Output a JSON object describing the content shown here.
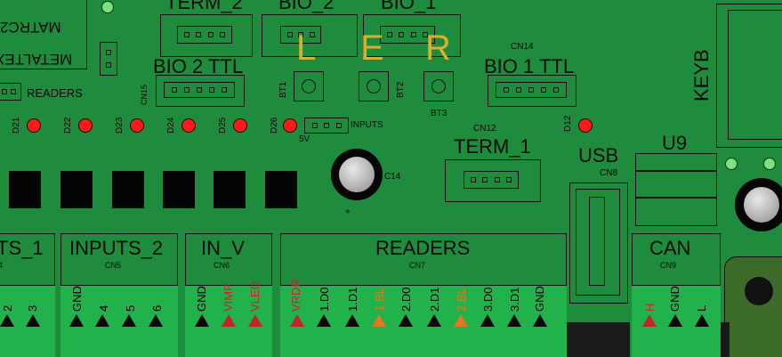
{
  "top_connectors": {
    "metaltex": "METALTEX",
    "matrc2": "MATRC2",
    "term2": "TERM_2",
    "bio2": "BIO_2",
    "bio1": "BIO_1",
    "bio2ttl": "BIO 2 TTL",
    "cn15": "CN15",
    "bio1ttl": "BIO 1 TTL",
    "cn14": "CN14",
    "keyb": "KEYB",
    "readers_small": "READERS"
  },
  "ler": {
    "l": "L",
    "e": "E",
    "r": "R"
  },
  "buttons": {
    "bt1": "BT1",
    "bt2": "BT2",
    "bt3": "BT3"
  },
  "leds": {
    "d21": "D21",
    "d22": "D22",
    "d23": "D23",
    "d24": "D24",
    "d25": "D25",
    "d26": "D26",
    "d12": "D12"
  },
  "inputs_hdr": {
    "label": "INPUTS",
    "v5": "5V"
  },
  "cap": {
    "label": "C14",
    "plus": "+"
  },
  "term1": {
    "cn": "CN12",
    "label": "TERM_1"
  },
  "usb": {
    "label": "USB",
    "cn": "CN8"
  },
  "u9": {
    "label": "U9"
  },
  "terminals": {
    "inputs1": {
      "title": "TS_1",
      "cn": "4",
      "pins": [
        "2",
        "3"
      ]
    },
    "inputs2": {
      "title": "INPUTS_2",
      "cn": "CN5",
      "pins": [
        "GND",
        "4",
        "5",
        "6"
      ]
    },
    "inv": {
      "title": "IN_V",
      "cn": "CN6",
      "pins": [
        "GND",
        "VIMP",
        "VLED"
      ]
    },
    "readers": {
      "title": "READERS",
      "cn": "CN7",
      "pins": [
        "VRDR",
        "1.D0",
        "1.D1",
        "1.BL",
        "2.D0",
        "2.D1",
        "2.BL",
        "3.D0",
        "3.D1",
        "GND"
      ]
    },
    "can": {
      "title": "CAN",
      "cn": "CN9",
      "pins": [
        "H",
        "GND",
        "L"
      ]
    }
  },
  "colors": {
    "board": "#1e8b3d",
    "terminal": "#21b24c",
    "led": "#ff1a1a",
    "ler": "#d8b030",
    "pin_red": "#c0262b",
    "pin_orange": "#e07a1f"
  }
}
